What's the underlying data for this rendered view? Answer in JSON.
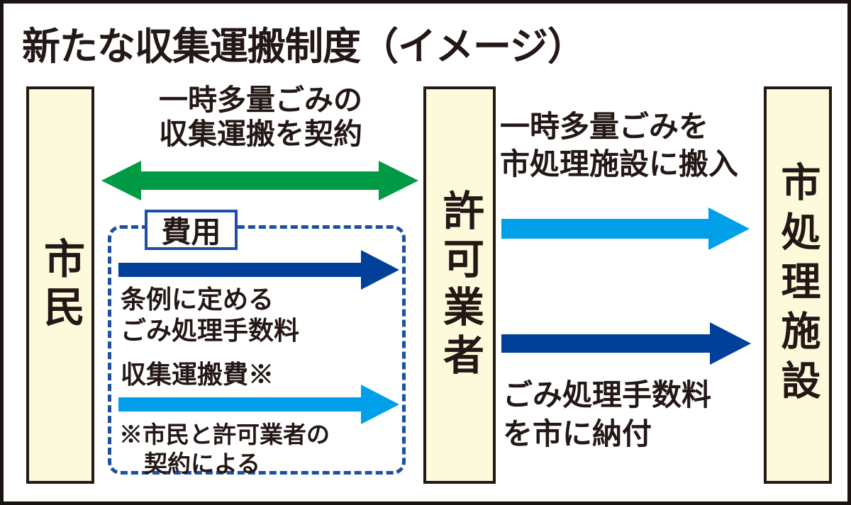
{
  "title": "新たな収集運搬制度（イメージ）",
  "colors": {
    "green": "#009944",
    "dark_blue": "#004098",
    "light_blue": "#00a0e9",
    "pillar_fill": "#fdf9db",
    "pillar_border": "#231815",
    "text": "#231815",
    "cost_frame_blue": "#1d50a2"
  },
  "columns": {
    "citizens": "市民",
    "licensed_operator": "許可業者",
    "city_facility": "市処理施設"
  },
  "left_flow": {
    "contract_label_line1": "一時多量ごみの",
    "contract_label_line2": "収集運搬を契約",
    "cost_box_title": "費用",
    "fee_label_line1": "条例に定める",
    "fee_label_line2": "ごみ処理手数料",
    "transport_fee_label": "収集運搬費※",
    "note_line1": "※市民と許可業者の",
    "note_line2": "契約による"
  },
  "right_flow": {
    "carry_in_label_line1": "一時多量ごみを",
    "carry_in_label_line2": "市処理施設に搬入",
    "payment_label_line1": "ごみ処理手数料",
    "payment_label_line2": "を市に納付"
  }
}
